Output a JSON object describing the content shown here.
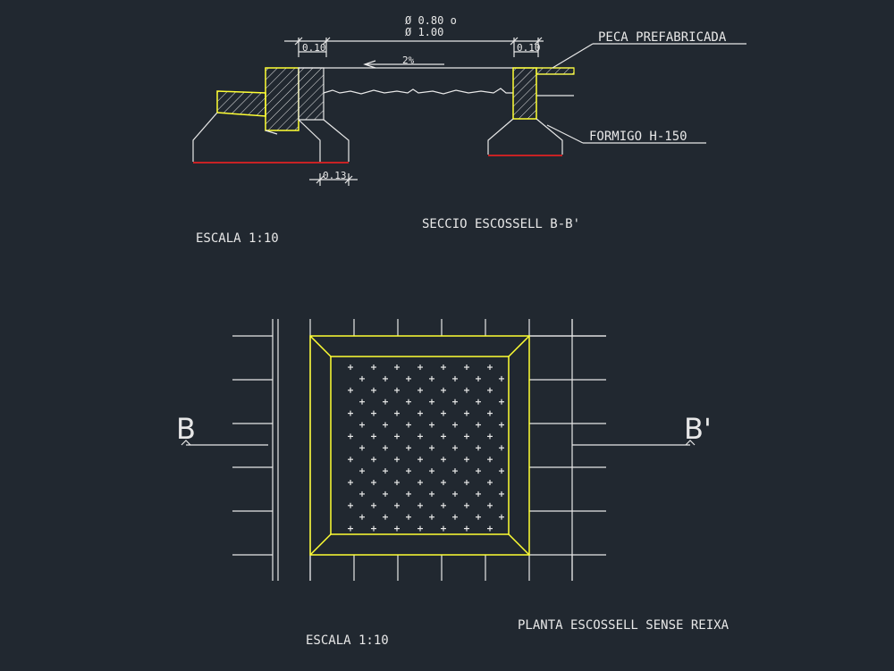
{
  "section": {
    "diameter_line1": "Ø 0.80 o",
    "diameter_line2": "Ø 1.00",
    "dim_left": "0.10",
    "dim_right": "0.10",
    "slope": "2%",
    "dim_bottom": "0.13",
    "label_prefab": "PECA PREFABRICADA",
    "label_concrete": "FORMIGO H-150",
    "title": "SECCIO ESCOSSELL B-B'",
    "scale": "ESCALA 1:10"
  },
  "plan": {
    "marker_left": "B",
    "marker_right": "B'",
    "title": "PLANTA ESCOSSELL SENSE REIXA",
    "scale": "ESCALA 1:10"
  },
  "colors": {
    "background": "#212830",
    "lines": "#e8e8e8",
    "highlight": "#ffff33",
    "ground": "#ff2020"
  }
}
